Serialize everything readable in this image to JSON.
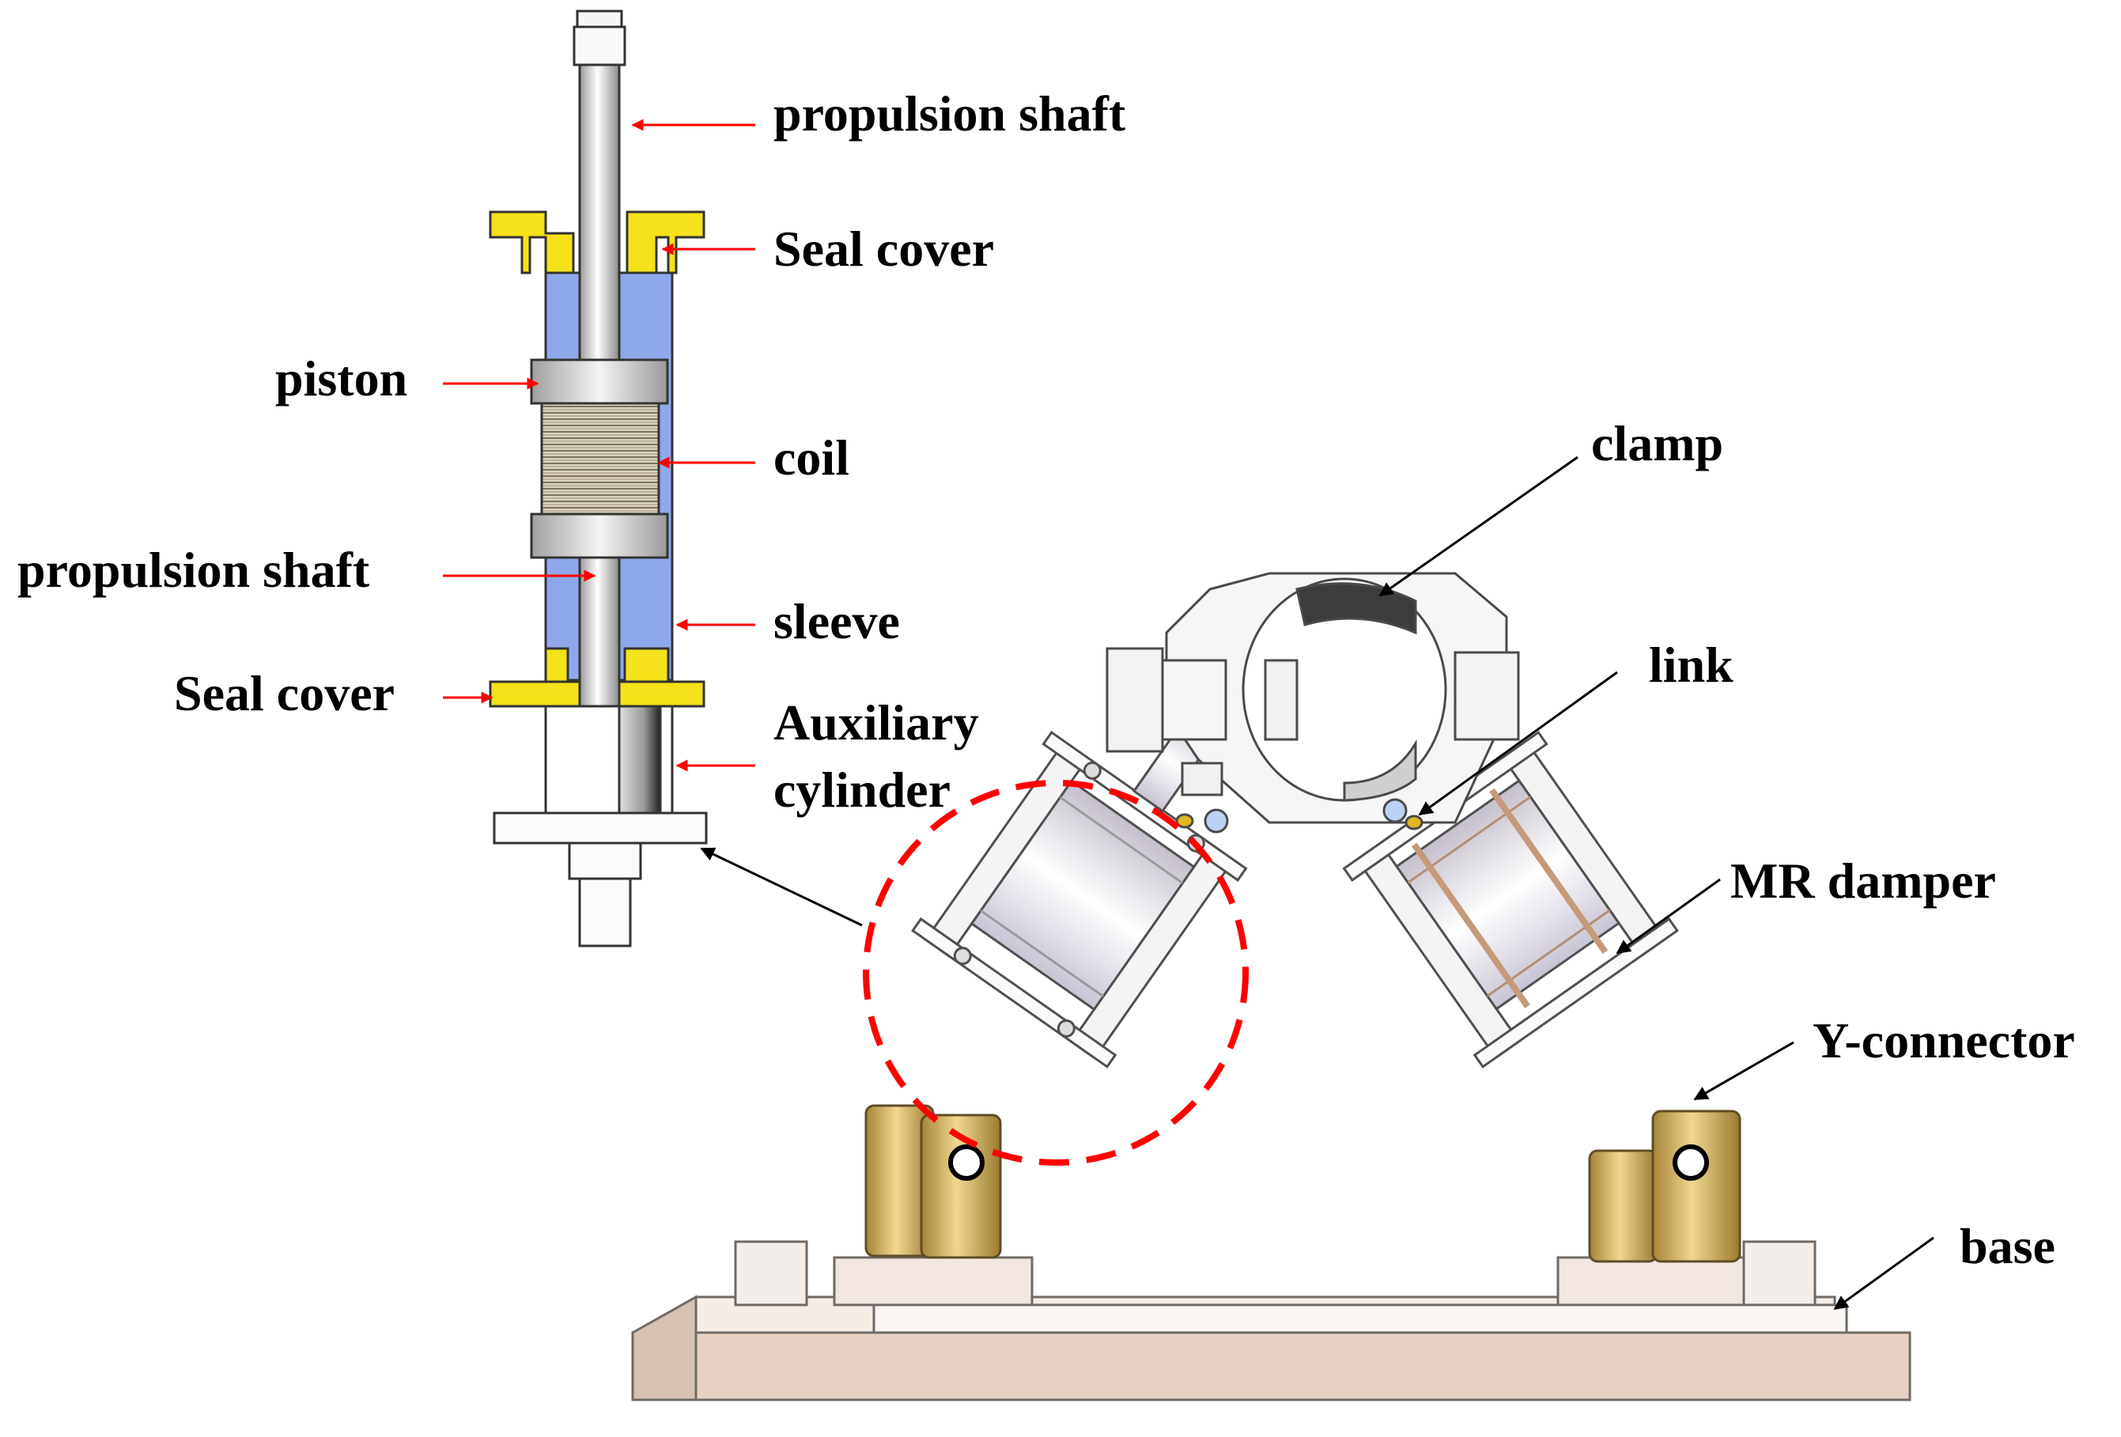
{
  "labels": {
    "propulsion_shaft_top": "propulsion shaft",
    "seal_cover_top": "Seal cover",
    "piston": "piston",
    "coil": "coil",
    "propulsion_shaft_mid": "propulsion shaft",
    "sleeve": "sleeve",
    "seal_cover_bottom": "Seal cover",
    "auxiliary_line1": "Auxiliary",
    "auxiliary_line2": "cylinder",
    "clamp": "clamp",
    "link": "link",
    "mr_damper": "MR damper",
    "y_connector": "Y-connector",
    "base": "base"
  },
  "colors": {
    "callout_red": "#ff0000",
    "callout_black": "#000000",
    "seal_yellow": "#f5e21b",
    "sleeve_blue": "#8fa8ec",
    "highlight_circle": "#ff0000",
    "connector_gold": "#d7b565",
    "base_tan": "#e6d2c4"
  }
}
